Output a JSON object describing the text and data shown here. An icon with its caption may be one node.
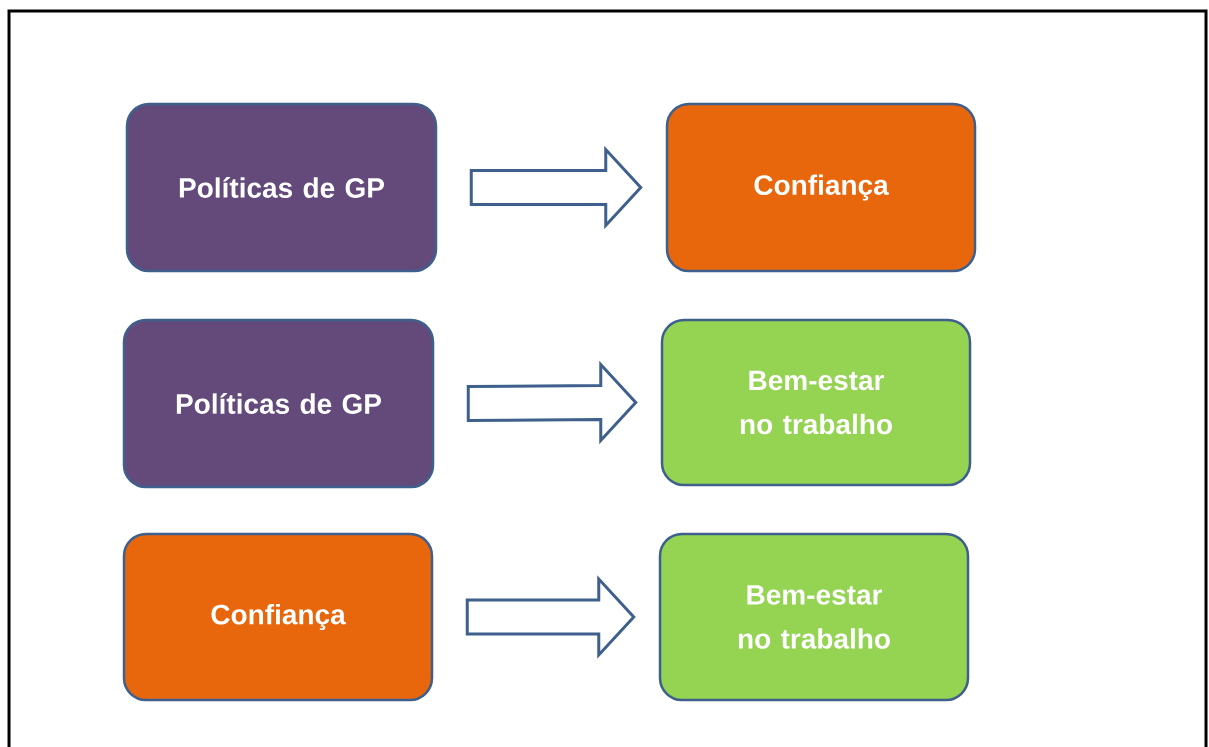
{
  "diagram": {
    "nodes": [
      {
        "text": [
          "Políticas de GP"
        ]
      },
      {
        "text": [
          "Confiança"
        ]
      },
      {
        "text": [
          "Políticas de GP"
        ]
      },
      {
        "text": [
          "Bem-estar no trabalho"
        ]
      },
      {
        "text": [
          "Confiança"
        ]
      },
      {
        "text": [
          "Bem-estar no trabalho"
        ]
      }
    ],
    "edges": [
      {
        "from": 0,
        "to": 1,
        "arrow": "to"
      },
      {
        "from": 2,
        "to": 3,
        "arrow": "to"
      },
      {
        "from": 4,
        "to": 5,
        "arrow": "to"
      }
    ]
  }
}
